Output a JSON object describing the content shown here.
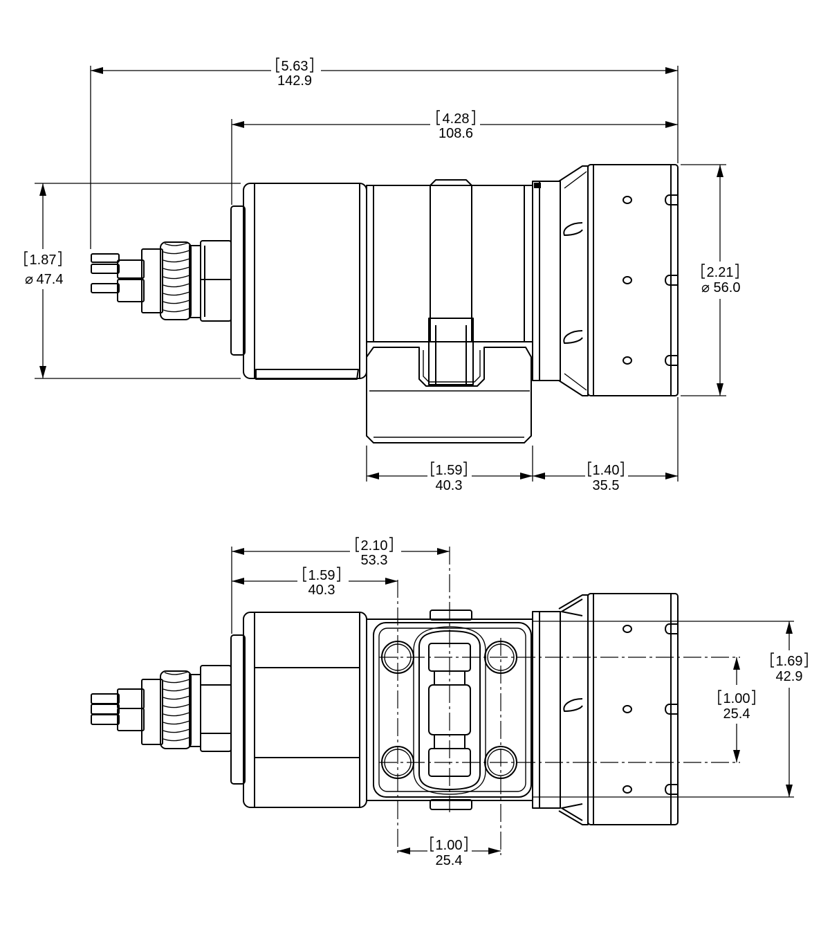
{
  "side_view": {
    "overall_length": {
      "inch": "5.63",
      "mm": "142.9"
    },
    "body_length": {
      "inch": "4.28",
      "mm": "108.6"
    },
    "body_diameter": {
      "inch": "1.87",
      "symbol": "⌀",
      "mm": "47.4"
    },
    "flange_diameter": {
      "inch": "2.21",
      "symbol": "⌀",
      "mm": "56.0"
    },
    "mount_width": {
      "inch": "1.59",
      "mm": "40.3"
    },
    "tool_end_length": {
      "inch": "1.40",
      "mm": "35.5"
    }
  },
  "bottom_view": {
    "to_hole_center": {
      "inch": "2.10",
      "mm": "53.3"
    },
    "to_first_hole": {
      "inch": "1.59",
      "mm": "40.3"
    },
    "flat_width": {
      "inch": "1.69",
      "mm": "42.9"
    },
    "hole_spacing_vertical": {
      "inch": "1.00",
      "mm": "25.4"
    },
    "hole_spacing_horizontal": {
      "inch": "1.00",
      "mm": "25.4"
    }
  }
}
